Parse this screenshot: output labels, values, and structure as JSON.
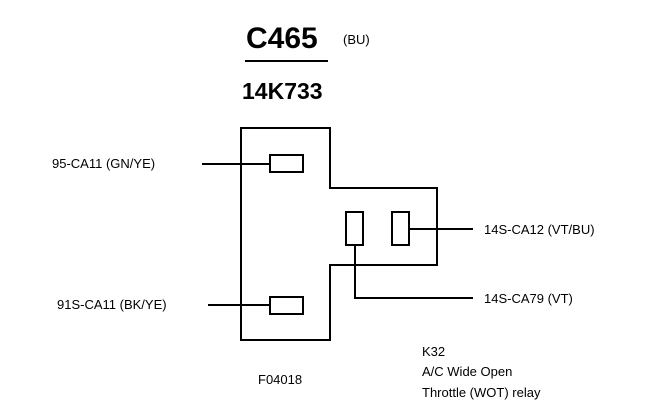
{
  "connector": {
    "id": "C465",
    "color_code": "(BU)",
    "part_number": "14K733"
  },
  "wires": [
    {
      "circuit": "95-CA11 (GN/YE)"
    },
    {
      "circuit": "91S-CA11 (BK/YE)"
    },
    {
      "circuit": "14S-CA12 (VT/BU)"
    },
    {
      "circuit": "14S-CA79 (VT)"
    }
  ],
  "figure_id": "F04018",
  "component": {
    "code": "K32",
    "line1": "A/C Wide Open",
    "line2": "Throttle (WOT) relay"
  }
}
